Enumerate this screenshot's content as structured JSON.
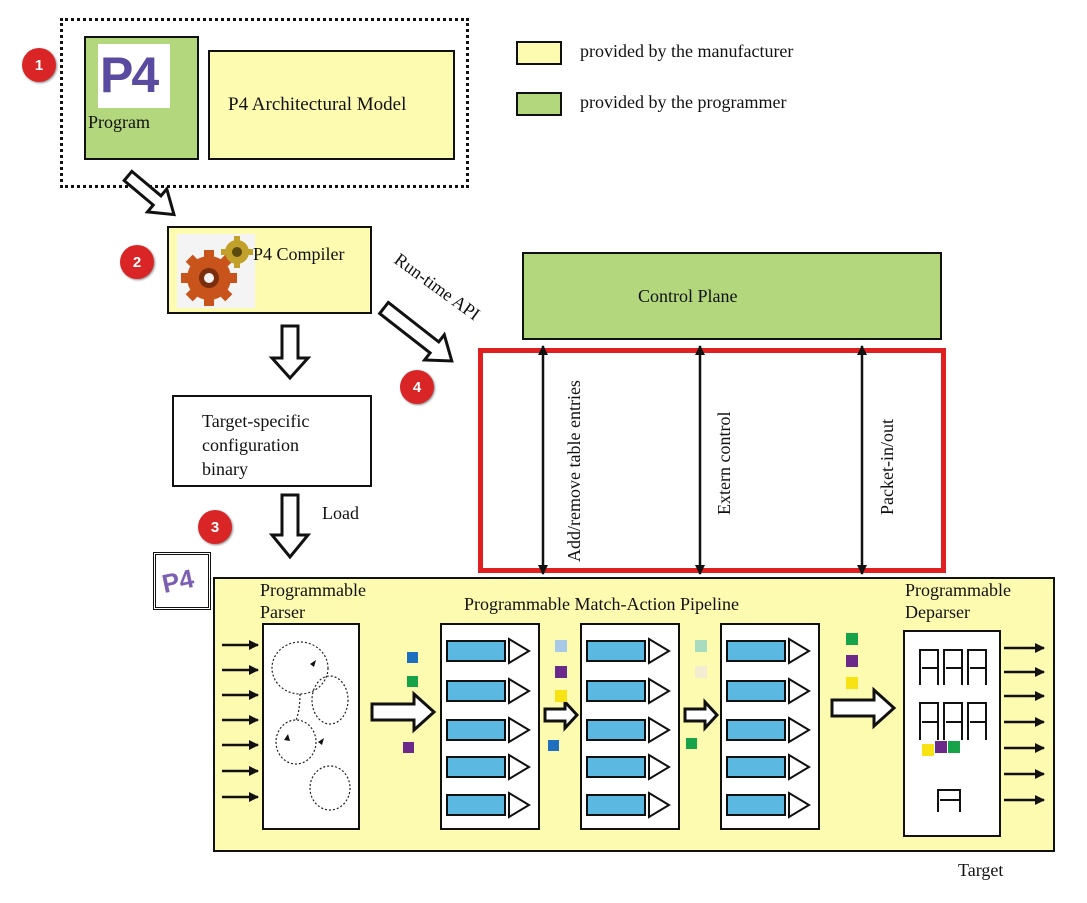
{
  "legend": {
    "manufacturer": "provided by the manufacturer",
    "programmer": "provided by the programmer",
    "manufacturer_color": "#fdfbb0",
    "programmer_color": "#b3d77c"
  },
  "steps": {
    "step1": "1",
    "step2": "2",
    "step3": "3",
    "step4": "4"
  },
  "program": {
    "logo_text": "P4",
    "label": "Program"
  },
  "arch_model": "P4 Architectural Model",
  "compiler": {
    "label": "P4 Compiler",
    "icon": "gears-icon"
  },
  "runtime_api": "Run-time API",
  "control_plane": "Control Plane",
  "interfaces": {
    "table_entries": "Add/remove table entries",
    "extern_control": "Extern control",
    "packet_io": "Packet-in/out"
  },
  "binary": {
    "line1": "Target-specific",
    "line2": "configuration",
    "line3": "binary"
  },
  "load": "Load",
  "target": {
    "logo_text": "P4",
    "parser_line1": "Programmable",
    "parser_line2": "Parser",
    "pipeline": "Programmable Match-Action Pipeline",
    "deparser_line1": "Programmable",
    "deparser_line2": "Deparser",
    "label": "Target"
  },
  "colors": {
    "badge": "#d92525",
    "runtime_box": "#e02020",
    "table_entry": "#5bb8e0"
  }
}
